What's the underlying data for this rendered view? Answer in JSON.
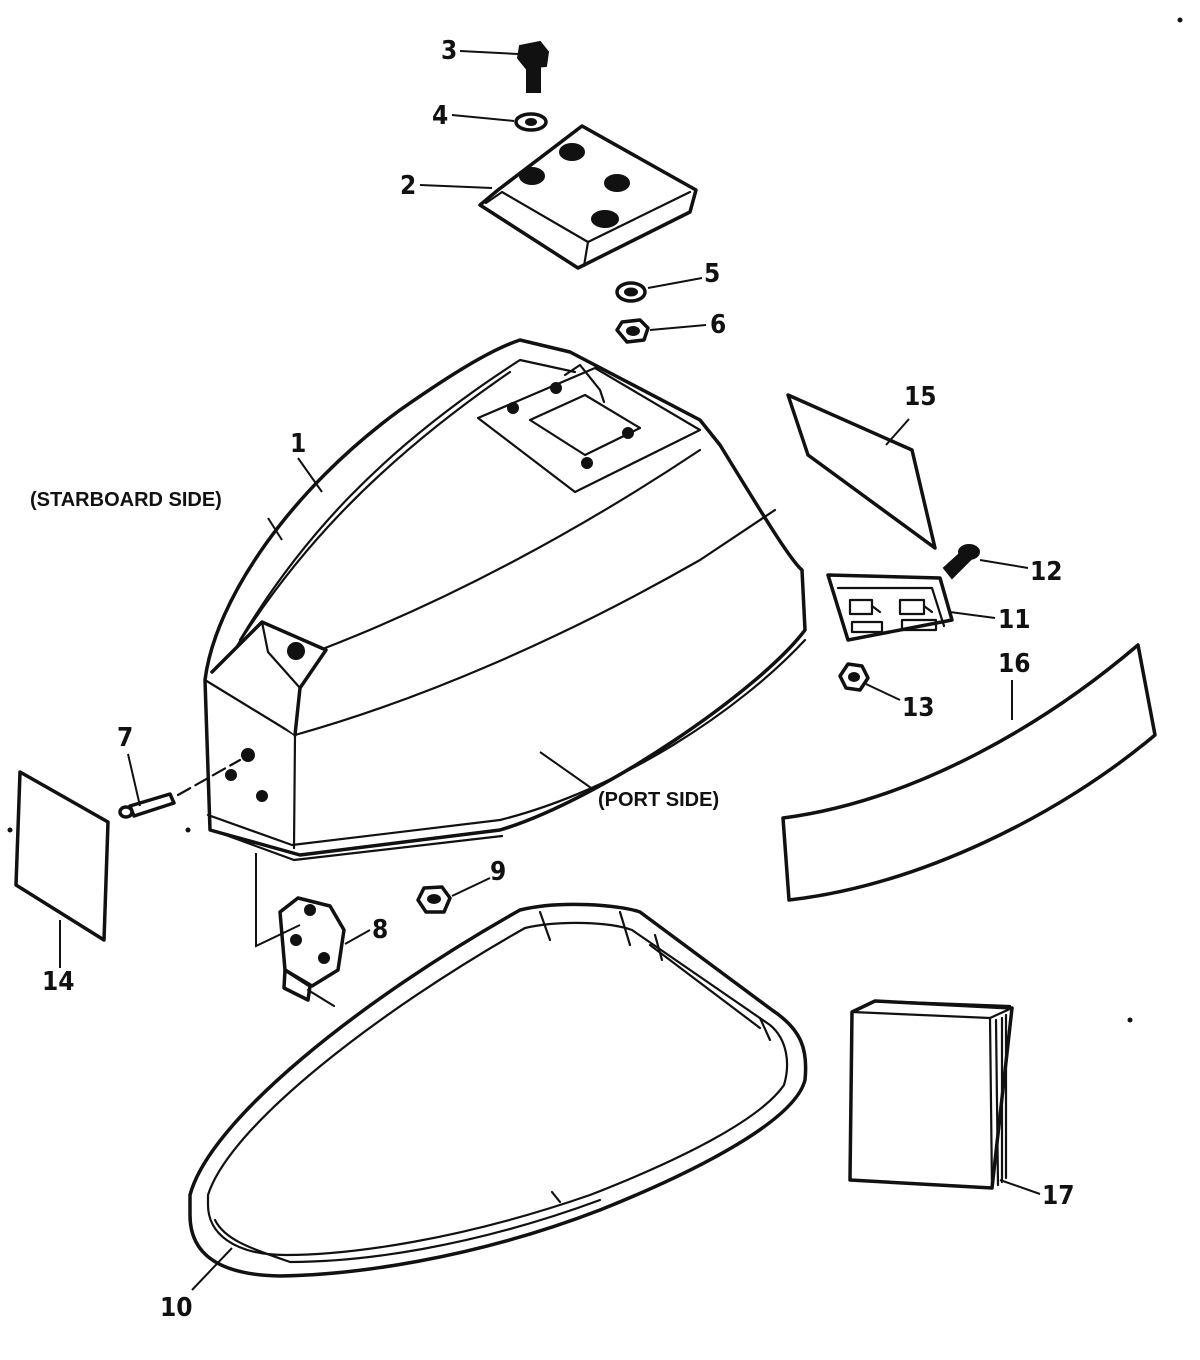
{
  "callouts": [
    {
      "id": "1",
      "text": "1"
    },
    {
      "id": "2",
      "text": "2"
    },
    {
      "id": "3",
      "text": "3"
    },
    {
      "id": "4",
      "text": "4"
    },
    {
      "id": "5",
      "text": "5"
    },
    {
      "id": "6",
      "text": "6"
    },
    {
      "id": "7",
      "text": "7"
    },
    {
      "id": "8",
      "text": "8"
    },
    {
      "id": "9",
      "text": "9"
    },
    {
      "id": "10",
      "text": "10"
    },
    {
      "id": "11",
      "text": "11"
    },
    {
      "id": "12",
      "text": "12"
    },
    {
      "id": "13",
      "text": "13"
    },
    {
      "id": "14",
      "text": "14"
    },
    {
      "id": "15",
      "text": "15"
    },
    {
      "id": "16",
      "text": "16"
    },
    {
      "id": "17",
      "text": "17"
    }
  ],
  "labels": {
    "starboard_side": "(STARBOARD SIDE)",
    "port_side": "(PORT SIDE)"
  }
}
